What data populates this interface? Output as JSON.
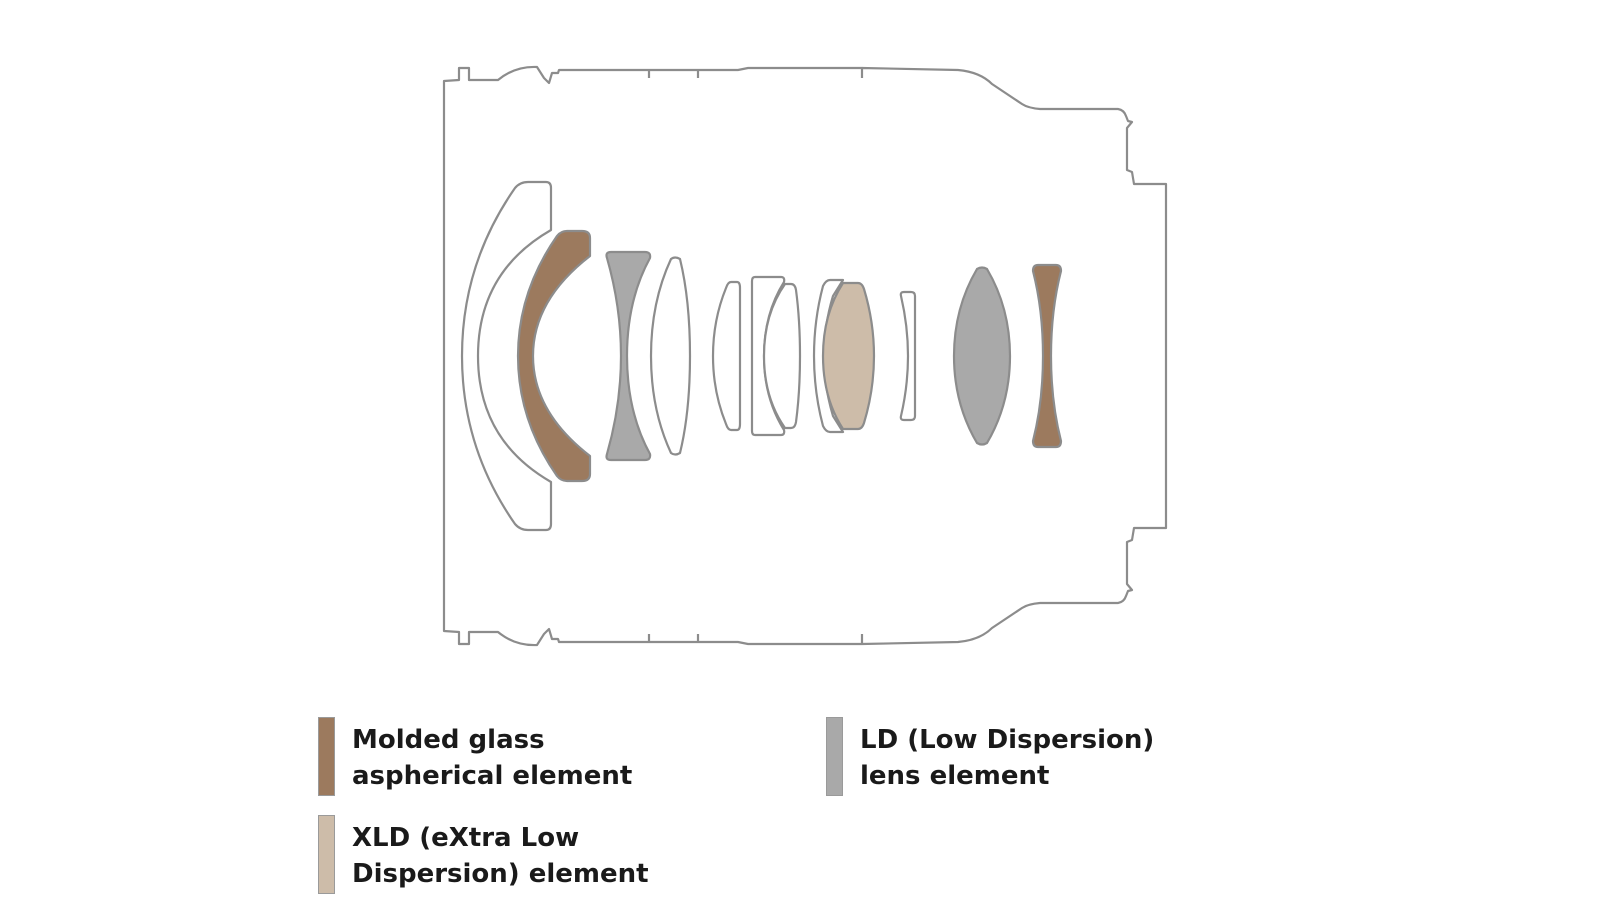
{
  "colors": {
    "outline": "#8c8c8c",
    "molded_glass_aspherical": "#9c7a5e",
    "ld": "#a9a9a9",
    "xld": "#cdbca9",
    "plain": "#ffffff"
  },
  "legend": {
    "molded": {
      "line1": "Molded glass",
      "line2": "aspherical element",
      "color": "#9c7a5e"
    },
    "ld": {
      "line1": "LD (Low Dispersion)",
      "line2": "lens element",
      "color": "#a9a9a9"
    },
    "xld": {
      "line1": "XLD (eXtra Low",
      "line2": "Dispersion) element",
      "color": "#cdbca9"
    }
  },
  "lens_elements": [
    {
      "id": 1,
      "type": "plain"
    },
    {
      "id": 2,
      "type": "molded_glass_aspherical"
    },
    {
      "id": 3,
      "type": "ld"
    },
    {
      "id": 4,
      "type": "plain"
    },
    {
      "id": 5,
      "type": "plain"
    },
    {
      "id": 6,
      "type": "plain"
    },
    {
      "id": 7,
      "type": "plain"
    },
    {
      "id": 8,
      "type": "plain"
    },
    {
      "id": 9,
      "type": "xld"
    },
    {
      "id": 10,
      "type": "plain"
    },
    {
      "id": 11,
      "type": "ld"
    },
    {
      "id": 12,
      "type": "molded_glass_aspherical"
    }
  ]
}
